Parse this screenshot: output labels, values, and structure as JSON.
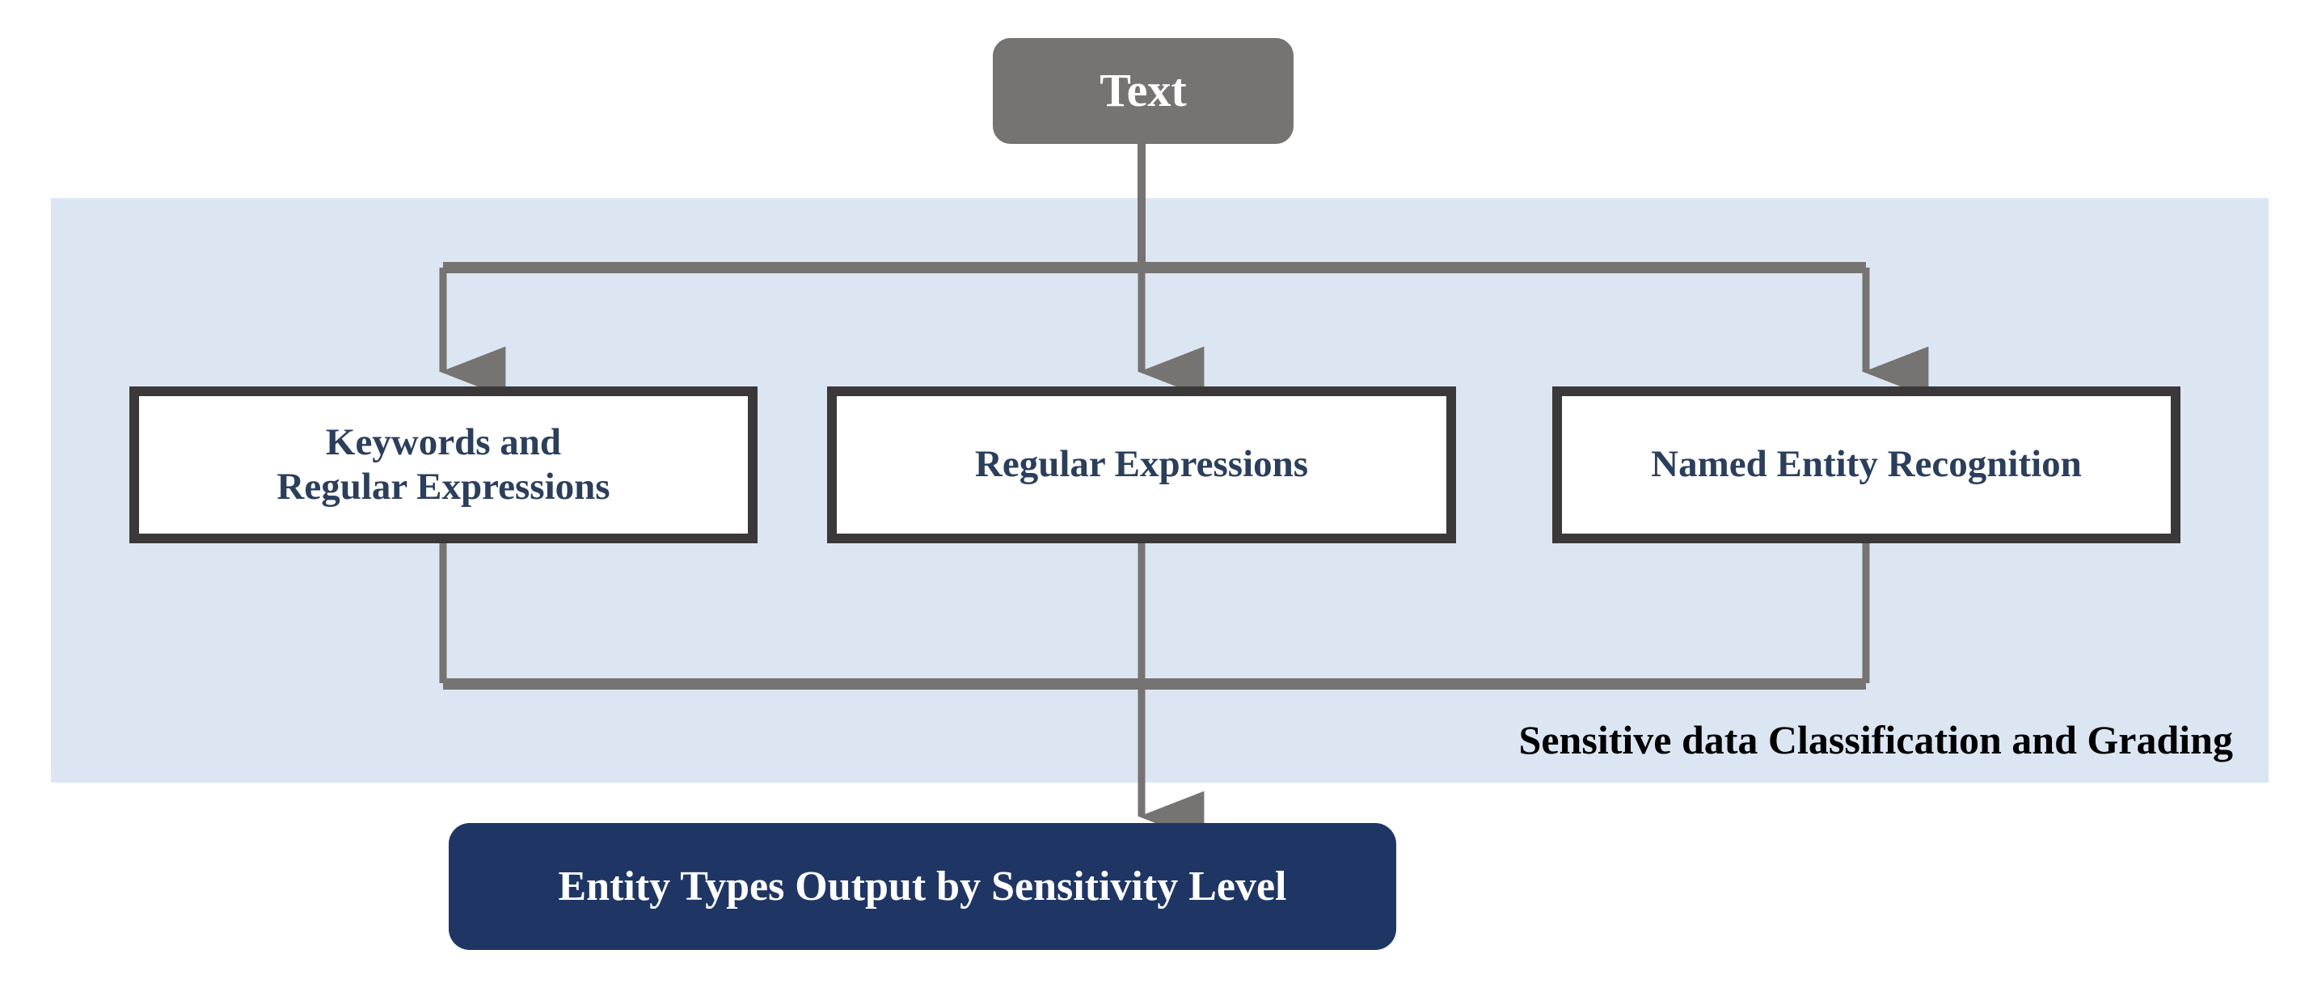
{
  "diagram": {
    "title": "Sensitive data Classification and Grading pipeline",
    "input_node": {
      "label": "Text",
      "shape": "rounded-rectangle",
      "fill": "#767373",
      "text_color": "#ffffff"
    },
    "panel": {
      "caption": "Sensitive data Classification and Grading",
      "fill": "#dce6f2",
      "caption_color": "#000000"
    },
    "methods": [
      {
        "id": "keywords-and-regular-expressions",
        "line1": "Keywords and",
        "line2": "Regular Expressions",
        "border_color": "#3a3838",
        "fill": "#ffffff",
        "text_color": "#2b3f5c"
      },
      {
        "id": "regular-expressions",
        "line1": "Regular Expressions",
        "line2": "",
        "border_color": "#3a3838",
        "fill": "#ffffff",
        "text_color": "#2b3f5c"
      },
      {
        "id": "named-entity-recognition",
        "line1": "Named Entity Recognition",
        "line2": "",
        "border_color": "#3a3838",
        "fill": "#ffffff",
        "text_color": "#2b3f5c"
      }
    ],
    "output_node": {
      "label": "Entity Types Output by Sensitivity Level",
      "shape": "rounded-rectangle",
      "fill": "#1f3665",
      "text_color": "#ffffff"
    },
    "connector_color": "#767373"
  }
}
